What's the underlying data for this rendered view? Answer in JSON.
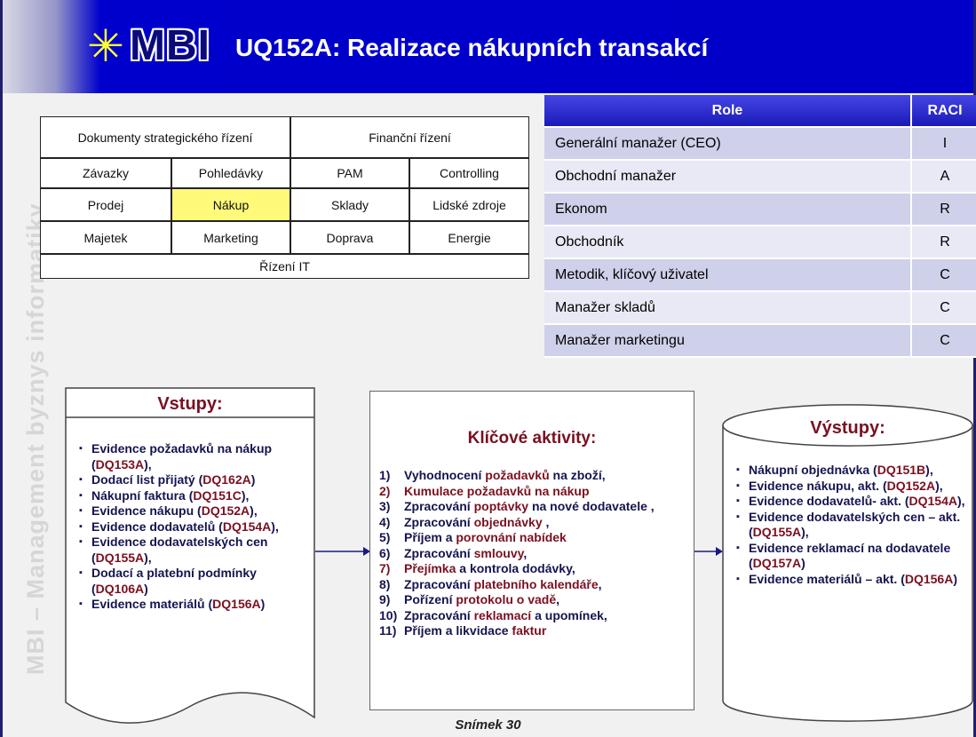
{
  "header": {
    "logo_text": "MBI",
    "title": "UQ152A: Realizace nákupních transakcí"
  },
  "sidebar_text": "MBI – Management byznys informatiky",
  "modules": {
    "strategic": "Dokumenty strategického řízení",
    "financial": "Finanční řízení",
    "row1": [
      "Závazky",
      "Pohledávky",
      "PAM",
      "Controlling"
    ],
    "row2": [
      "Prodej",
      "Nákup",
      "Sklady",
      "Lidské zdroje"
    ],
    "row3": [
      "Majetek",
      "Marketing",
      "Doprava",
      "Energie"
    ],
    "it": "Řízení IT",
    "highlight_color": "#fffa7a"
  },
  "raci": {
    "headers": [
      "Role",
      "RACI"
    ],
    "rows": [
      {
        "role": "Generální manažer (CEO)",
        "value": "I"
      },
      {
        "role": "Obchodní manažer",
        "value": "A"
      },
      {
        "role": "Ekonom",
        "value": "R"
      },
      {
        "role": "Obchodník",
        "value": "R"
      },
      {
        "role": "Metodik, klíčový uživatel",
        "value": "C"
      },
      {
        "role": "Manažer skladů",
        "value": "C"
      },
      {
        "role": "Manažer marketingu",
        "value": "C"
      }
    ]
  },
  "inputs": {
    "title": "Vstupy:",
    "items": [
      [
        {
          "t": "Evidence požadavků na nákup ("
        },
        {
          "t": "DQ153A",
          "r": true
        },
        {
          "t": "),"
        }
      ],
      [
        {
          "t": "Dodací list přijatý ("
        },
        {
          "t": "DQ162A",
          "r": true
        },
        {
          "t": ")"
        }
      ],
      [
        {
          "t": "Nákupní faktura ("
        },
        {
          "t": "DQ151C",
          "r": true
        },
        {
          "t": "),"
        }
      ],
      [
        {
          "t": "Evidence nákupu ("
        },
        {
          "t": "DQ152A",
          "r": true
        },
        {
          "t": "),"
        }
      ],
      [
        {
          "t": "Evidence dodavatelů ("
        },
        {
          "t": "DQ154A",
          "r": true
        },
        {
          "t": "),"
        }
      ],
      [
        {
          "t": "Evidence dodavatelských cen ("
        },
        {
          "t": "DQ155A",
          "r": true
        },
        {
          "t": "),"
        }
      ],
      [
        {
          "t": "Dodací a platební podmínky ("
        },
        {
          "t": "DQ106A",
          "r": true
        },
        {
          "t": ")"
        }
      ],
      [
        {
          "t": "Evidence materiálů ("
        },
        {
          "t": "DQ156A",
          "r": true
        },
        {
          "t": ")"
        }
      ]
    ]
  },
  "activities": {
    "title": "Klíčové aktivity:",
    "items": [
      {
        "n": "1)",
        "parts": [
          {
            "t": "Vyhodnocení "
          },
          {
            "t": "požadavků",
            "r": true
          },
          {
            "t": " na zboží,"
          }
        ]
      },
      {
        "n": "2)",
        "red": true,
        "parts": [
          {
            "t": "Kumulace požadavků na nákup",
            "r": true
          }
        ]
      },
      {
        "n": "3)",
        "parts": [
          {
            "t": "Zpracování "
          },
          {
            "t": "poptávky",
            "r": true
          },
          {
            "t": " na nové dodavatele ,"
          }
        ]
      },
      {
        "n": "4)",
        "parts": [
          {
            "t": "Zpracování "
          },
          {
            "t": "objednávky",
            "r": true
          },
          {
            "t": " ,"
          }
        ]
      },
      {
        "n": "5)",
        "parts": [
          {
            "t": "Příjem a "
          },
          {
            "t": "porovnání nabídek",
            "r": true
          }
        ]
      },
      {
        "n": "6)",
        "parts": [
          {
            "t": "Zpracování "
          },
          {
            "t": "smlouvy",
            "r": true
          },
          {
            "t": ","
          }
        ]
      },
      {
        "n": "7)",
        "red": true,
        "parts": [
          {
            "t": "Přejímka",
            "r": true
          },
          {
            "t": " a kontrola dodávky,"
          }
        ]
      },
      {
        "n": "8)",
        "parts": [
          {
            "t": "Zpracování "
          },
          {
            "t": "platebního kalendáře",
            "r": true
          },
          {
            "t": ","
          }
        ]
      },
      {
        "n": "9)",
        "parts": [
          {
            "t": "Pořízení "
          },
          {
            "t": "protokolu o vadě",
            "r": true
          },
          {
            "t": ","
          }
        ]
      },
      {
        "n": "10)",
        "parts": [
          {
            "t": "Zpracování "
          },
          {
            "t": "reklamací",
            "r": true
          },
          {
            "t": " a upomínek,"
          }
        ]
      },
      {
        "n": "11)",
        "parts": [
          {
            "t": "Příjem a likvidace "
          },
          {
            "t": "faktur",
            "r": true
          }
        ]
      }
    ]
  },
  "outputs": {
    "title": "Výstupy:",
    "items": [
      [
        {
          "t": "Nákupní objednávka ("
        },
        {
          "t": "DQ151B",
          "r": true
        },
        {
          "t": "),"
        }
      ],
      [
        {
          "t": "Evidence nákupu, akt. ("
        },
        {
          "t": "DQ152A",
          "r": true
        },
        {
          "t": "),"
        }
      ],
      [
        {
          "t": "Evidence dodavatelů- akt. ("
        },
        {
          "t": "DQ154A",
          "r": true
        },
        {
          "t": "),"
        }
      ],
      [
        {
          "t": "Evidence dodavatelských cen – akt. ("
        },
        {
          "t": "DQ155A",
          "r": true
        },
        {
          "t": "),"
        }
      ],
      [
        {
          "t": "Evidence reklamací na dodavatele ("
        },
        {
          "t": "DQ157A",
          "r": true
        },
        {
          "t": ")"
        }
      ],
      [
        {
          "t": "Evidence materiálů – akt. ("
        },
        {
          "t": "DQ156A",
          "r": true
        },
        {
          "t": ")"
        }
      ]
    ]
  },
  "footer": "Snímek  30",
  "colors": {
    "header_blue": "#0000cc",
    "accent_red": "#7a1020",
    "text_navy": "#141450"
  }
}
